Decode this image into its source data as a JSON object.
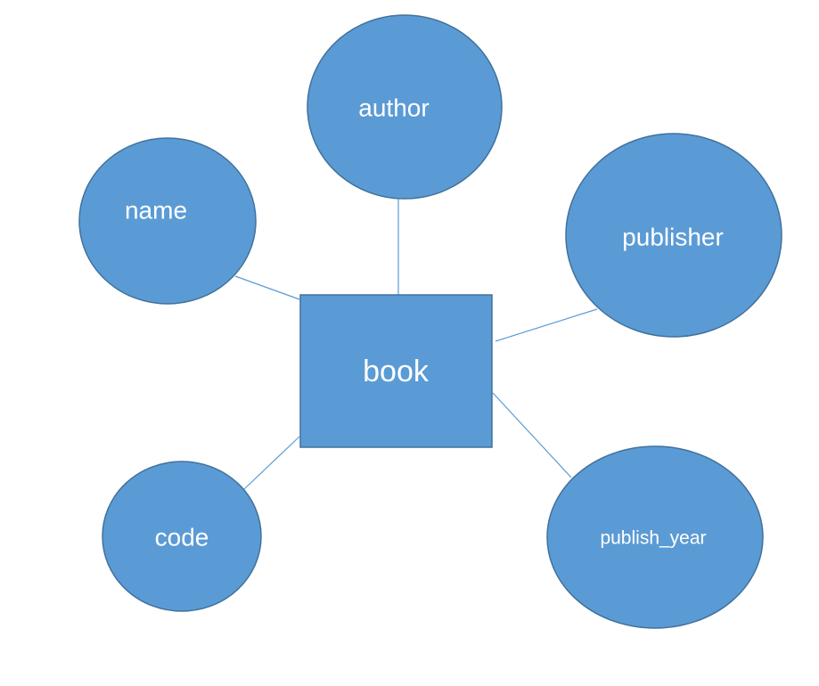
{
  "entity": {
    "label": "book"
  },
  "attributes": [
    {
      "label": "author"
    },
    {
      "label": "name"
    },
    {
      "label": "publisher"
    },
    {
      "label": "code"
    },
    {
      "label": "publish_year"
    }
  ],
  "colors": {
    "fill": "#5b9bd5",
    "stroke": "#41719c",
    "line": "#5b9bd5",
    "text": "#ffffff"
  }
}
